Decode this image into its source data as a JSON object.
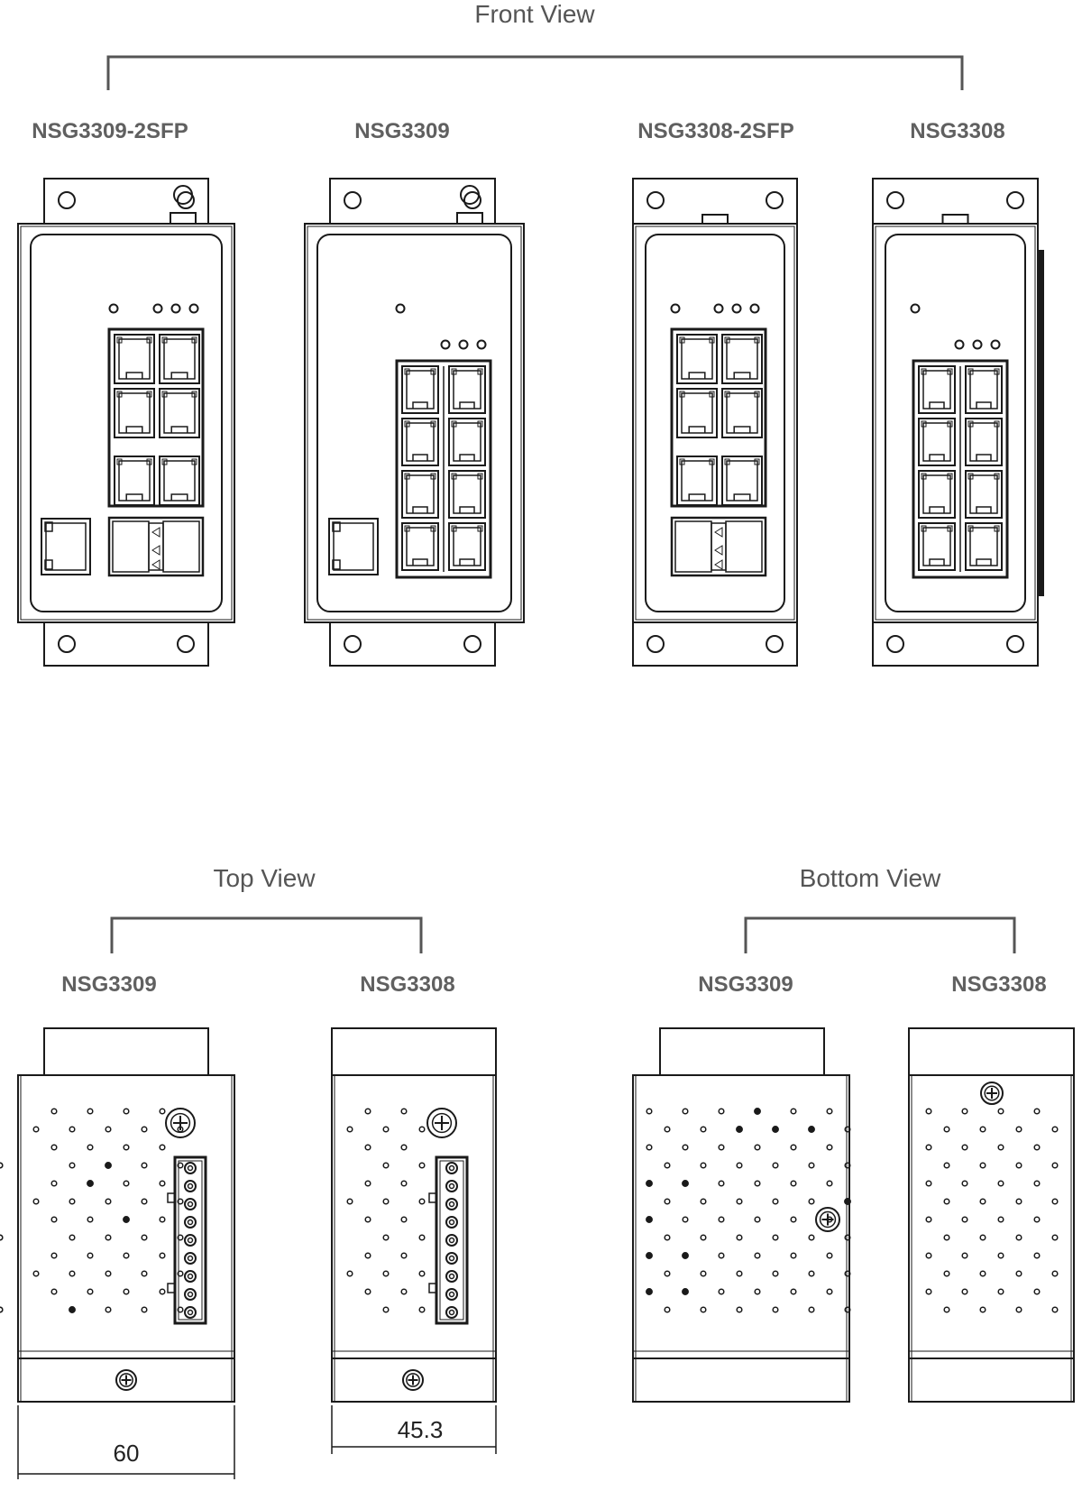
{
  "front_view": {
    "title": "Front View",
    "devices": [
      {
        "model": "NSG3309-2SFP",
        "ports": "6 RJ45 + 2 SFP"
      },
      {
        "model": "NSG3309",
        "ports": "8 RJ45"
      },
      {
        "model": "NSG3308-2SFP",
        "ports": "6 RJ45 + 2 SFP"
      },
      {
        "model": "NSG3308",
        "ports": "8 RJ45"
      }
    ]
  },
  "top_view": {
    "title": "Top View",
    "devices": [
      {
        "model": "NSG3309"
      },
      {
        "model": "NSG3308"
      }
    ]
  },
  "bottom_view": {
    "title": "Bottom View",
    "devices": [
      {
        "model": "NSG3309"
      },
      {
        "model": "NSG3308"
      }
    ]
  },
  "dimensions": {
    "width_nsg3309": "60",
    "width_nsg3308": "45.3"
  }
}
